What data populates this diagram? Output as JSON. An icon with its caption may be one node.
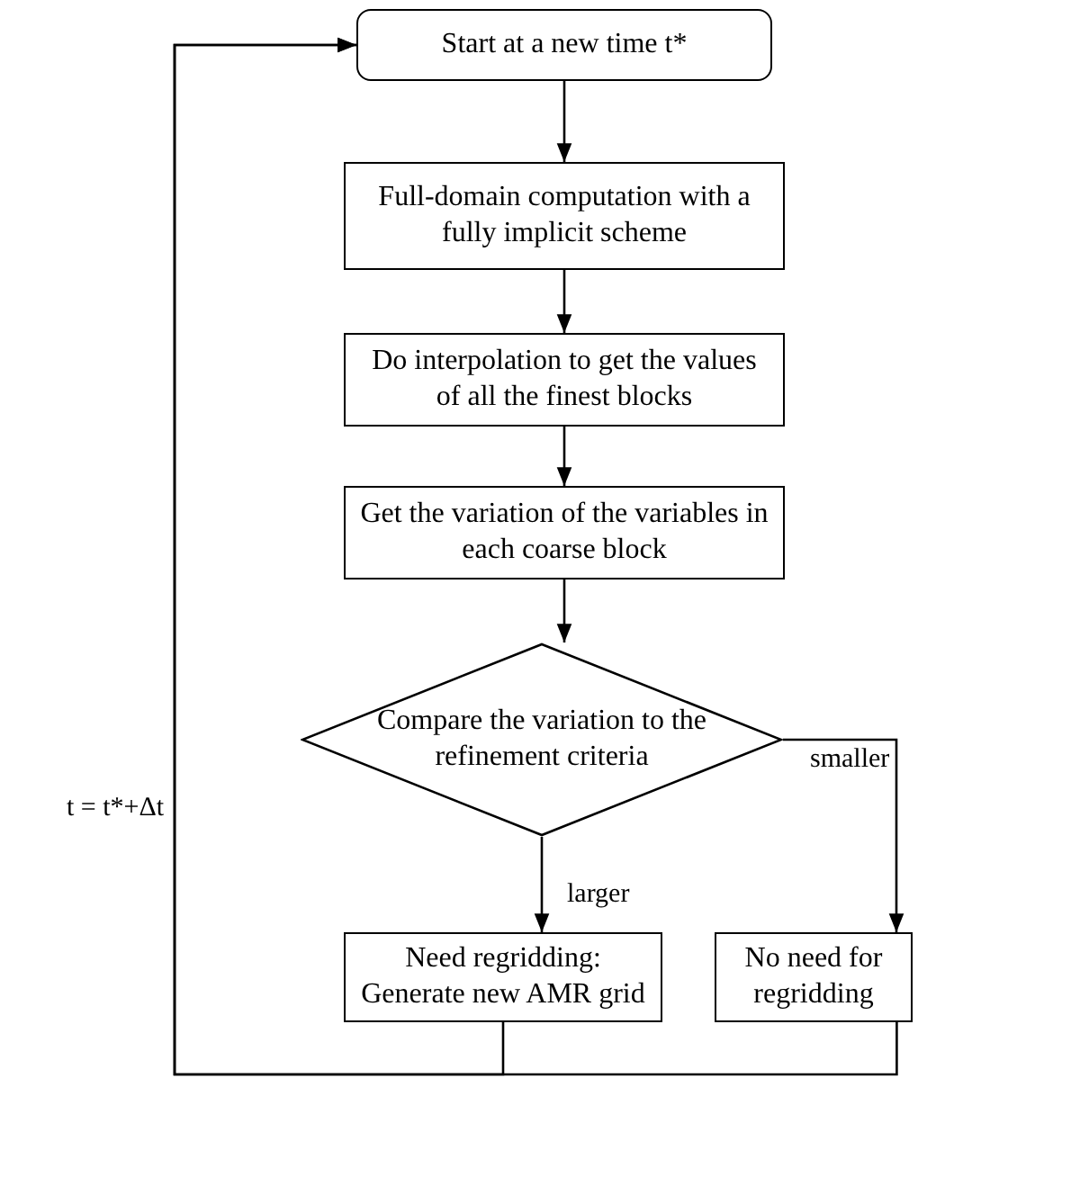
{
  "diagram": {
    "nodes": [
      {
        "text": [
          "Start at a new time t*"
        ]
      },
      {
        "text": [
          "Full-domain computation with a fully implicit scheme"
        ]
      },
      {
        "text": [
          "Do interpolation to get the values of all the finest blocks"
        ]
      },
      {
        "text": [
          "Get the variation of the variables in each coarse block"
        ]
      },
      {
        "text": [
          "Compare the variation to the refinement criteria"
        ]
      },
      {
        "text": [
          "Need regridding: Generate new AMR grid"
        ]
      },
      {
        "text": [
          "No need for regridding"
        ]
      }
    ],
    "edges": [
      {
        "from": 0,
        "to": 1,
        "arrow": "to"
      },
      {
        "from": 1,
        "to": 2,
        "arrow": "to"
      },
      {
        "from": 2,
        "to": 3,
        "arrow": "to"
      },
      {
        "from": 3,
        "to": 4,
        "arrow": "to"
      },
      {
        "from": 4,
        "to": 5,
        "arrow": "to",
        "label": "larger"
      },
      {
        "from": 4,
        "to": 6,
        "arrow": "to",
        "label": "smaller"
      },
      {
        "from": 5,
        "to": 0,
        "arrow": "to",
        "label": "t = t*+Δt"
      },
      {
        "from": 6,
        "to": 0,
        "arrow": "to"
      }
    ]
  }
}
